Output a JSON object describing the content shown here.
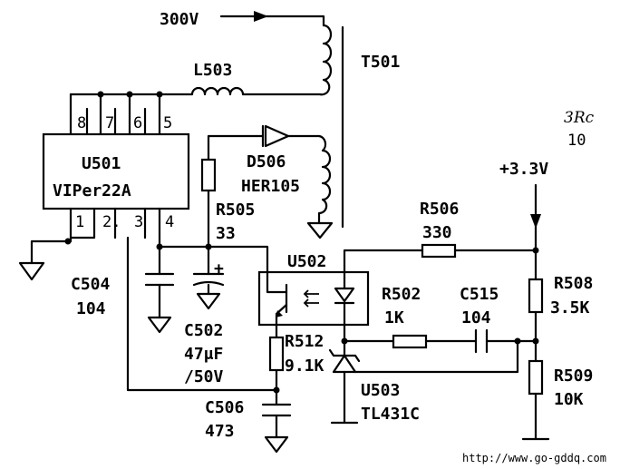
{
  "input_voltage": "300V",
  "transformer": "T501",
  "inductor": "L503",
  "ic_main": {
    "ref": "U501",
    "part": "VIPer22A",
    "pins_top": [
      "8",
      "7",
      "6",
      "5"
    ],
    "pins_bottom": [
      "1",
      "2.",
      "3",
      "4"
    ]
  },
  "diode": {
    "ref": "D506",
    "part": "HER105"
  },
  "r505": {
    "ref": "R505",
    "value": "33"
  },
  "c504": {
    "ref": "C504",
    "value": "104"
  },
  "c502": {
    "ref": "C502",
    "value": "47μF",
    "voltage": "/50V",
    "polarity": "+"
  },
  "c506": {
    "ref": "C506",
    "value": "473"
  },
  "opto": "U502",
  "r506": {
    "ref": "R506",
    "value": "330"
  },
  "r502": {
    "ref": "R502",
    "value": "1K"
  },
  "c515": {
    "ref": "C515",
    "value": "104"
  },
  "r512": {
    "ref": "R512",
    "value": "9.1K"
  },
  "u503": {
    "ref": "U503",
    "part": "TL431C"
  },
  "r508": {
    "ref": "R508",
    "value": "3.5K"
  },
  "r509": {
    "ref": "R509",
    "value": "10K"
  },
  "rail": "+3.3V",
  "corner_note": {
    "line1": "3Rc",
    "line2": "10"
  },
  "watermark": "http://www.go-gddq.com"
}
